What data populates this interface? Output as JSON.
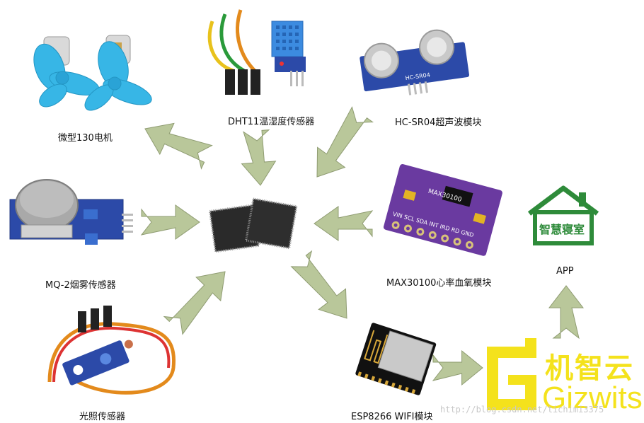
{
  "colors": {
    "arrow_fill": "#b9c79a",
    "arrow_stroke": "#8f9c72",
    "gizwits_yellow": "#f4e21c",
    "app_green": "#2e8b3a",
    "pcb_blue": "#2c4aa8",
    "pcb_purple": "#6a3aa0",
    "propeller_blue": "#37b6e6"
  },
  "modules": {
    "motor": "微型130电机",
    "dht11": "DHT11温湿度传感器",
    "hcsr04": "HC-SR04超声波模块",
    "mq2": "MQ-2烟雾传感器",
    "max30100": "MAX30100心率血氧模块",
    "light": "光照传感器",
    "esp8266": "ESP8266 WIFI模块",
    "app": "APP"
  },
  "board_text": {
    "max30100_chip": "MAX30100",
    "max30100_pins": "VIN SCL SDA INT IRD RD GND",
    "hcsr04": "HC-SR04"
  },
  "app_logo_text": "智慧寝室",
  "gizwits": {
    "cn": "机智云",
    "en": "Gizwits"
  },
  "watermark": "http://blog.csdn.net/tichimi3375"
}
